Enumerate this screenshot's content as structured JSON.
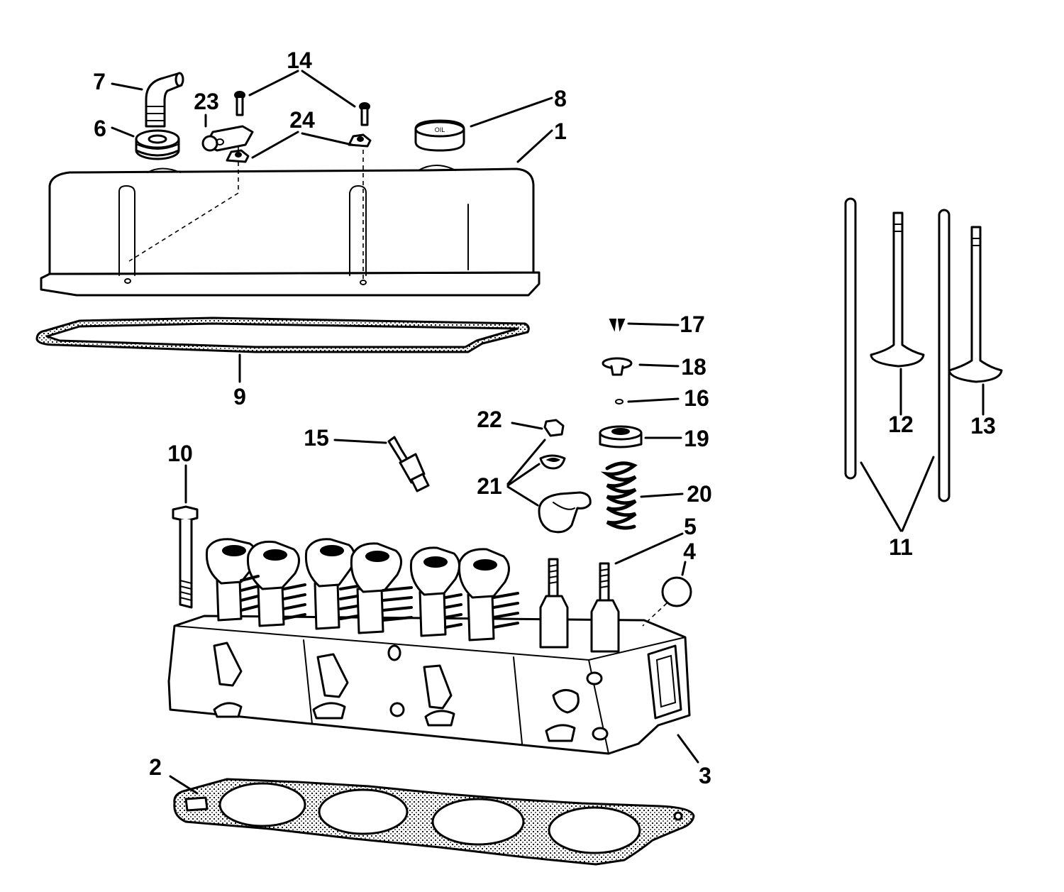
{
  "callouts": [
    {
      "id": "1",
      "label": "1"
    },
    {
      "id": "2",
      "label": "2"
    },
    {
      "id": "3",
      "label": "3"
    },
    {
      "id": "4",
      "label": "4"
    },
    {
      "id": "5",
      "label": "5"
    },
    {
      "id": "6",
      "label": "6"
    },
    {
      "id": "7",
      "label": "7"
    },
    {
      "id": "8",
      "label": "8"
    },
    {
      "id": "9",
      "label": "9"
    },
    {
      "id": "10",
      "label": "10"
    },
    {
      "id": "11",
      "label": "11"
    },
    {
      "id": "12",
      "label": "12"
    },
    {
      "id": "13",
      "label": "13"
    },
    {
      "id": "14",
      "label": "14"
    },
    {
      "id": "15",
      "label": "15"
    },
    {
      "id": "16",
      "label": "16"
    },
    {
      "id": "17",
      "label": "17"
    },
    {
      "id": "18",
      "label": "18"
    },
    {
      "id": "19",
      "label": "19"
    },
    {
      "id": "20",
      "label": "20"
    },
    {
      "id": "21",
      "label": "21"
    },
    {
      "id": "22",
      "label": "22"
    },
    {
      "id": "23",
      "label": "23"
    },
    {
      "id": "24",
      "label": "24"
    }
  ],
  "oil_cap_text": "OIL"
}
